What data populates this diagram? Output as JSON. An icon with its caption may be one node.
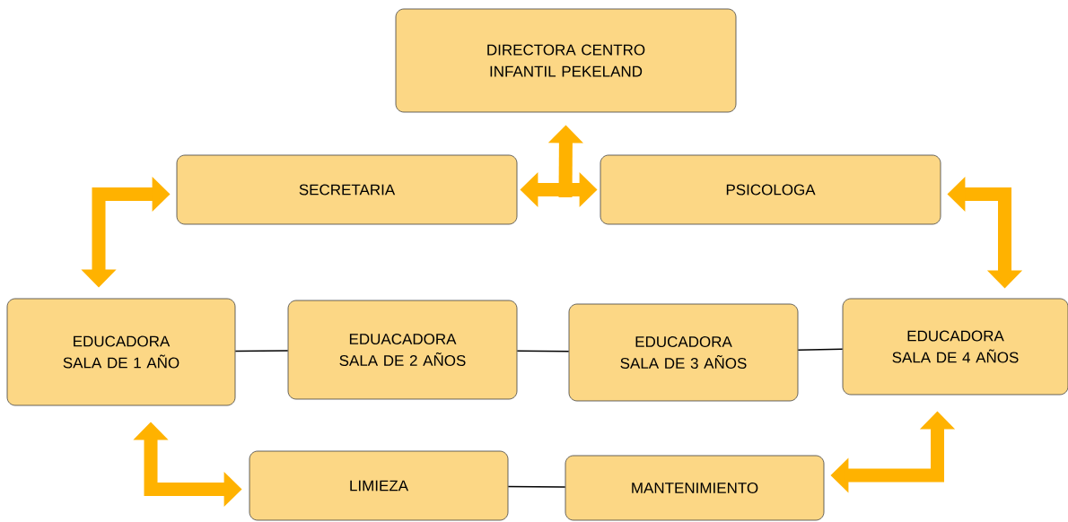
{
  "diagram": {
    "nodes": [
      {
        "text": [
          "DIRECTORA CENTRO INFANTIL PEKELAND"
        ]
      },
      {
        "text": [
          "SECRETARIA"
        ]
      },
      {
        "text": [
          "PSICOLOGA"
        ]
      },
      {
        "text": [
          "EDUCADORA SALA DE 1 AÑO"
        ]
      },
      {
        "text": [
          "EDUACADORA SALA DE 2 AÑOS"
        ]
      },
      {
        "text": [
          "EDUCADORA SALA DE 3 AÑOS"
        ]
      },
      {
        "text": [
          "EDUCADORA SALA DE 4 AÑOS"
        ]
      },
      {
        "text": [
          "LIMIEZA"
        ]
      },
      {
        "text": [
          "MANTENIMIENTO"
        ]
      }
    ],
    "edges": [
      {
        "from": null,
        "to": 0,
        "arrow": "to"
      },
      {
        "from": 1,
        "to": 2,
        "arrow": "both"
      },
      {
        "from": 3,
        "to": 1,
        "arrow": "both"
      },
      {
        "from": 2,
        "to": 6,
        "arrow": "both"
      },
      {
        "from": 3,
        "to": 4,
        "arrow": "none",
        "color": "#000000"
      },
      {
        "from": 4,
        "to": 5,
        "arrow": "none",
        "color": "#000000"
      },
      {
        "from": 5,
        "to": 6,
        "arrow": "none",
        "color": "#000000"
      },
      {
        "from": 3,
        "to": 7,
        "arrow": "both"
      },
      {
        "from": 6,
        "to": 8,
        "arrow": "both"
      },
      {
        "from": 7,
        "to": 8,
        "arrow": "none",
        "color": "#000000"
      }
    ]
  }
}
